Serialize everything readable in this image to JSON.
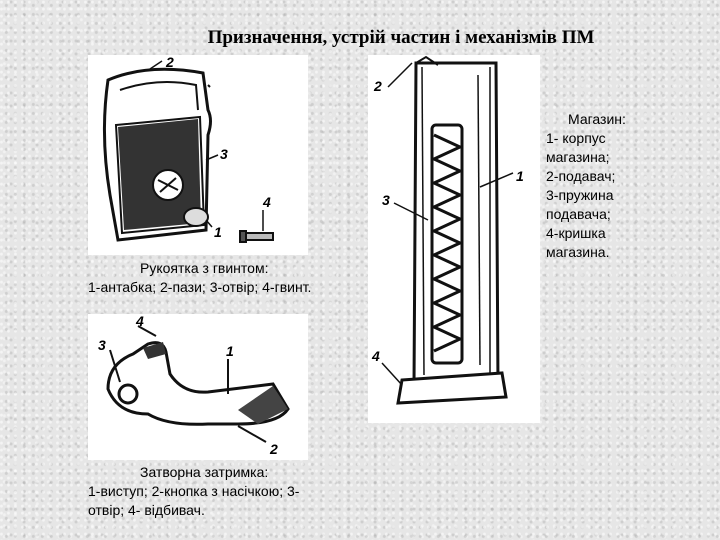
{
  "title": "Призначення, устрій частин і механізмів ПМ",
  "grip": {
    "caption_title": "Рукоятка з гвинтом:",
    "caption_body": "1-антабка; 2-пази; 3-отвір; 4-гвинт.",
    "labels": {
      "l1": "1",
      "l2": "2",
      "l3": "3",
      "l4": "4"
    }
  },
  "slide_stop": {
    "caption_title": "Затворна затримка:",
    "caption_body": "1-виступ; 2-кнопка з насічкою; 3-отвір; 4- відбивач.",
    "labels": {
      "l1": "1",
      "l2": "2",
      "l3": "3",
      "l4": "4"
    }
  },
  "magazine": {
    "caption_title": "Магазин:",
    "items": [
      "1- корпус магазина;",
      "2-подавач;",
      "3-пружина подавача;",
      "4-кришка магазина."
    ],
    "labels": {
      "l1": "1",
      "l2": "2",
      "l3": "3",
      "l4": "4"
    }
  }
}
